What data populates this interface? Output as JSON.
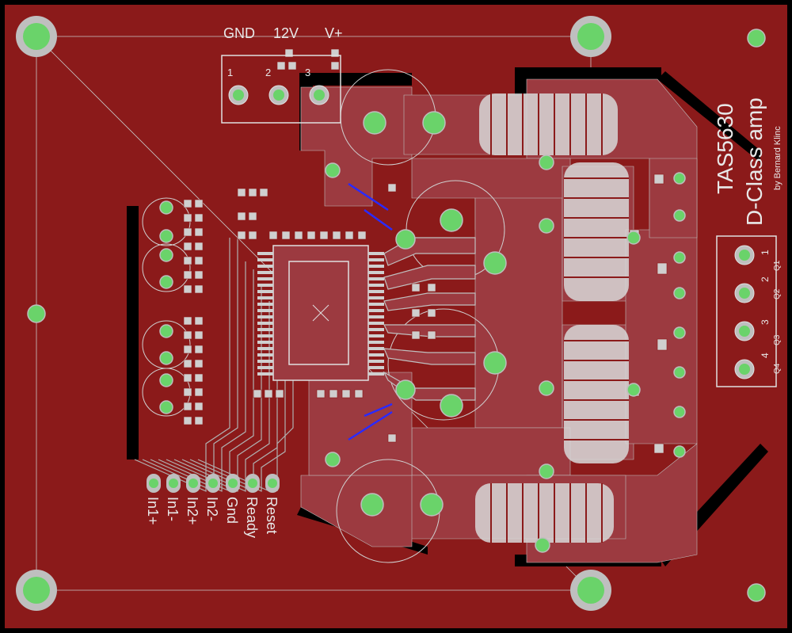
{
  "board": {
    "title": "TAS5630",
    "subtitle": "D-Class amp",
    "author": "by Bernard Klinc"
  },
  "power_connector": {
    "labels": [
      "GND",
      "12V",
      "V+"
    ],
    "pin_numbers": [
      "1",
      "2",
      "3"
    ]
  },
  "signal_header": {
    "pins": [
      "In1+",
      "In1-",
      "In2+",
      "In2-",
      "Gnd",
      "Ready",
      "Reset"
    ]
  },
  "output_connector": {
    "pin_numbers": [
      "1",
      "2",
      "3",
      "4"
    ],
    "labels": [
      "Q1",
      "Q2",
      "Q3",
      "Q4"
    ]
  },
  "colors": {
    "board": "#8b1a1a",
    "copper": "#a1313a",
    "silkscreen": "#e8e8e8",
    "via": "#6ad36a",
    "background": "#000000"
  }
}
